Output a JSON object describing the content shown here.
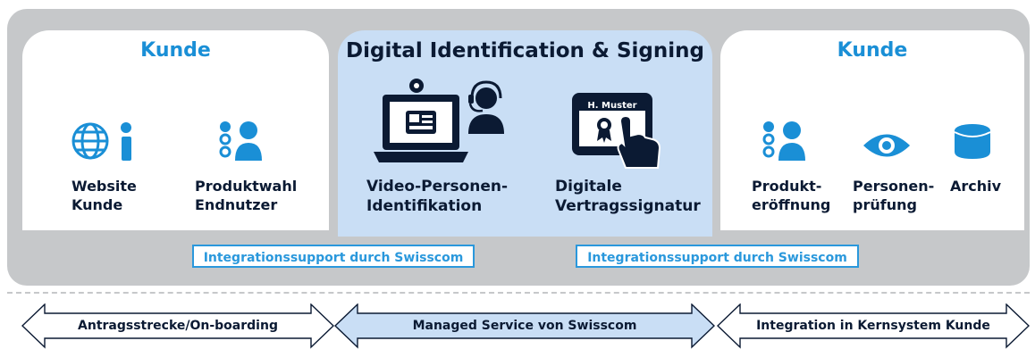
{
  "left_panel": {
    "title": "Kunde",
    "items": [
      {
        "label": "Website\nKunde",
        "icon": "globe-info-icon"
      },
      {
        "label": "Produktwahl\nEndnutzer",
        "icon": "users-icon"
      }
    ]
  },
  "middle_panel": {
    "title": "Digital Identification & Signing",
    "items": [
      {
        "label": "Video-Personen-\nIdentifikation",
        "icon": "video-call-agent-icon"
      },
      {
        "label": "Digitale\nVertragssignatur",
        "icon": "tablet-signature-icon"
      }
    ],
    "signature_sample": "H. Muster"
  },
  "right_panel": {
    "title": "Kunde",
    "items": [
      {
        "label": "Produkt-\neröffnung",
        "icon": "users-icon"
      },
      {
        "label": "Personen-\nprüfung",
        "icon": "eye-icon"
      },
      {
        "label": "Archiv",
        "icon": "database-icon"
      }
    ]
  },
  "support_boxes": [
    "Integrationssupport durch Swisscom",
    "Integrationssupport durch Swisscom"
  ],
  "bottom_arrows": [
    {
      "label": "Antragsstrecke/On-boarding"
    },
    {
      "label": "Managed Service von Swisscom"
    },
    {
      "label": "Integration in Kernsystem Kunde"
    }
  ],
  "colors": {
    "accent_blue": "#1a8fd6",
    "navy": "#0b1a33",
    "grey_frame": "#c6c8ca",
    "mid_panel": "#c9def5"
  }
}
